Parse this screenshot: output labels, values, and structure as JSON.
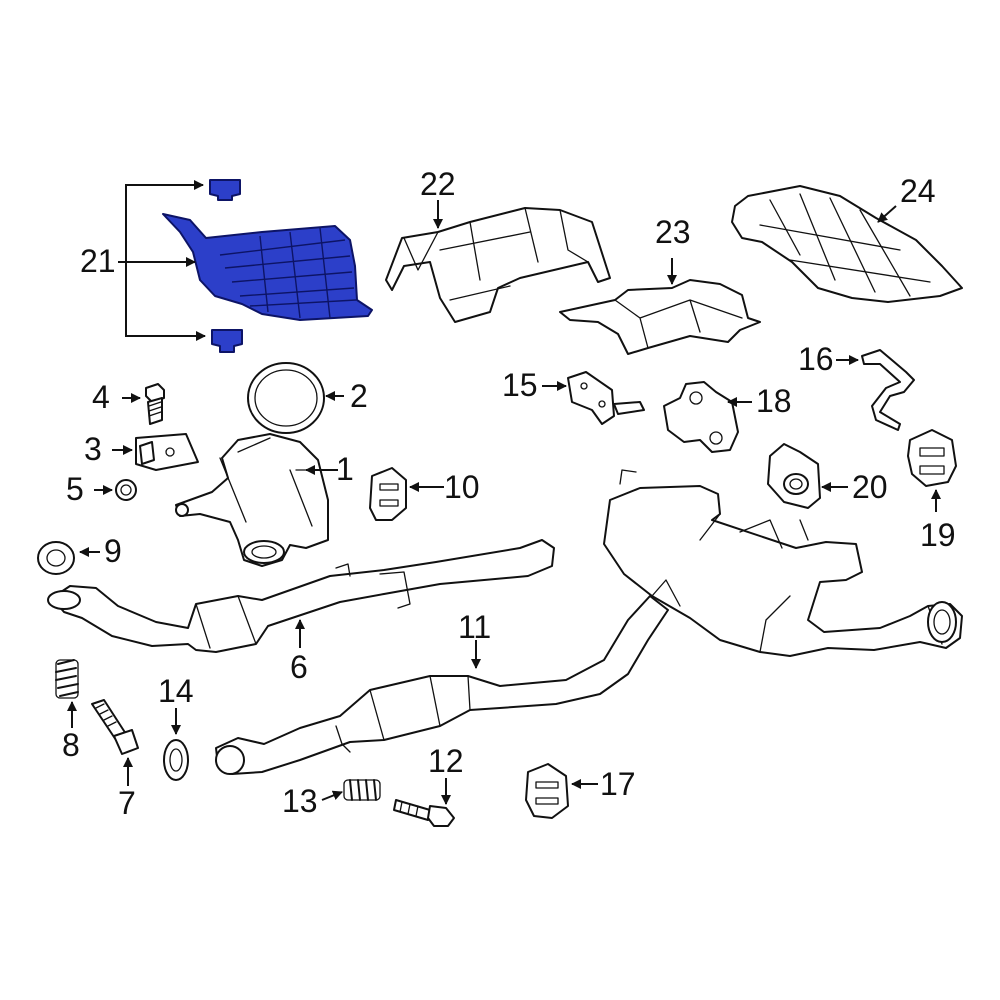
{
  "diagram": {
    "highlight_color": "#2c3fc9",
    "callouts": [
      {
        "id": "1",
        "text": "1"
      },
      {
        "id": "2",
        "text": "2"
      },
      {
        "id": "3",
        "text": "3"
      },
      {
        "id": "4",
        "text": "4"
      },
      {
        "id": "5",
        "text": "5"
      },
      {
        "id": "6",
        "text": "6"
      },
      {
        "id": "7",
        "text": "7"
      },
      {
        "id": "8",
        "text": "8"
      },
      {
        "id": "9",
        "text": "9"
      },
      {
        "id": "10",
        "text": "10"
      },
      {
        "id": "11",
        "text": "11"
      },
      {
        "id": "12",
        "text": "12"
      },
      {
        "id": "13",
        "text": "13"
      },
      {
        "id": "14",
        "text": "14"
      },
      {
        "id": "15",
        "text": "15"
      },
      {
        "id": "16",
        "text": "16"
      },
      {
        "id": "17",
        "text": "17"
      },
      {
        "id": "18",
        "text": "18"
      },
      {
        "id": "19",
        "text": "19"
      },
      {
        "id": "20",
        "text": "20"
      },
      {
        "id": "21",
        "text": "21"
      },
      {
        "id": "22",
        "text": "22"
      },
      {
        "id": "23",
        "text": "23"
      },
      {
        "id": "24",
        "text": "24"
      }
    ]
  }
}
